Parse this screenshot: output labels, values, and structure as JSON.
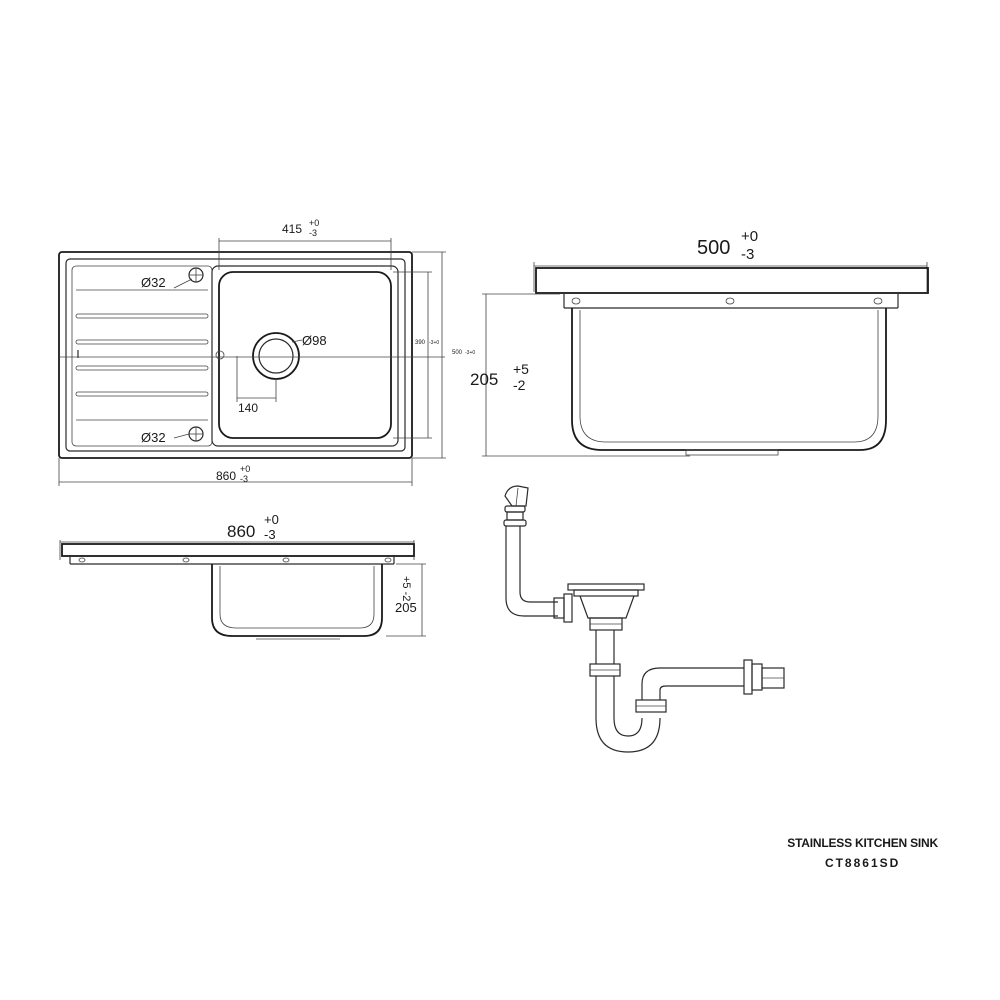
{
  "top_view": {
    "dim_bowl_width": "415",
    "dim_bowl_width_tol_upper": "+0",
    "dim_bowl_width_tol_lower": "-3",
    "dim_tap_hole_top": "Ø32",
    "dim_tap_hole_bottom": "Ø32",
    "dim_drain": "Ø98",
    "dim_drain_offset": "140",
    "dim_bowl_depth": "390",
    "dim_bowl_depth_tol": "-3+0",
    "dim_overall_depth": "500",
    "dim_overall_depth_tol": "-3+0",
    "dim_overall_width": "860",
    "dim_overall_width_tol_upper": "+0",
    "dim_overall_width_tol_lower": "-3"
  },
  "side_view": {
    "dim_width": "500",
    "dim_width_tol_upper": "+0",
    "dim_width_tol_lower": "-3",
    "dim_depth": "205",
    "dim_depth_tol_upper": "+5",
    "dim_depth_tol_lower": "-2"
  },
  "front_view": {
    "dim_width": "860",
    "dim_width_tol_upper": "+0",
    "dim_width_tol_lower": "-3",
    "dim_depth": "205",
    "dim_depth_tol": "+5 -2"
  },
  "caption": {
    "title": "STAINLESS KITCHEN SINK",
    "model": "CT8861SD"
  }
}
